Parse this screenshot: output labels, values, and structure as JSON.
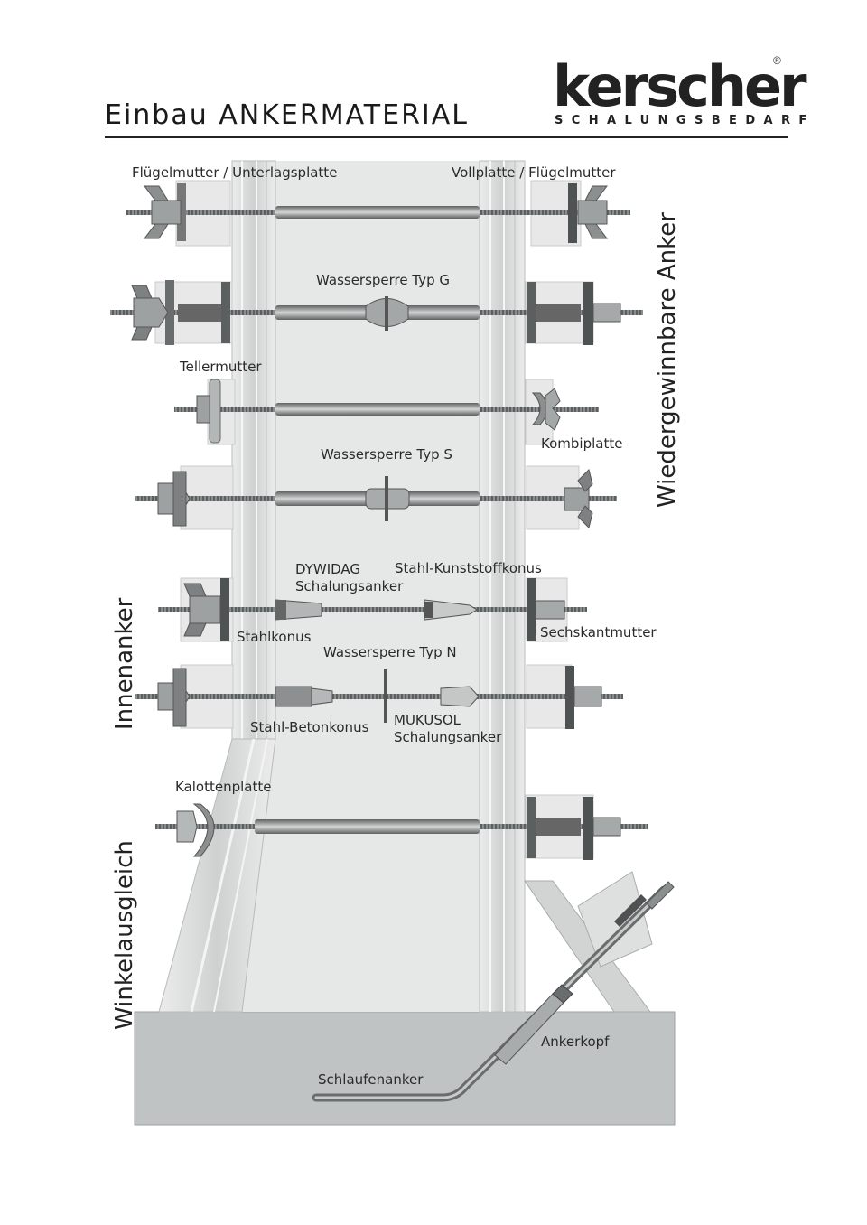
{
  "header": {
    "title": "Einbau ANKERMATERIAL",
    "logo_word": "kerscher",
    "logo_sub": "SCHALUNGSBEDARF",
    "logo_mark": "®"
  },
  "labels": {
    "fluegelmutter_unterlagsplatte": "Flügelmutter / Unterlagsplatte",
    "vollplatte_fluegelmutter": "Vollplatte / Flügelmutter",
    "wassersperre_g": "Wassersperre Typ G",
    "tellermutter": "Tellermutter",
    "kombiplatte": "Kombiplatte",
    "wassersperre_s": "Wassersperre Typ S",
    "dywidag_1": "DYWIDAG",
    "dywidag_2": "Schalungsanker",
    "stahl_kunststoffkonus": "Stahl-Kunststoffkonus",
    "stahlkonus": "Stahlkonus",
    "sechskantmutter": "Sechskantmutter",
    "wassersperre_n": "Wassersperre Typ N",
    "stahl_betonkonus": "Stahl-Betonkonus",
    "mukusol_1": "MUKUSOL",
    "mukusol_2": "Schalungsanker",
    "kalottenplatte": "Kalottenplatte",
    "ankerkopf": "Ankerkopf",
    "schlaufenanker": "Schlaufenanker"
  },
  "side_labels": {
    "wiedergewinnbare": "Wiedergewinnbare Anker",
    "innenanker": "Innenanker",
    "winkelausgleich": "Winkelausgleich"
  },
  "colors": {
    "concrete": "#e4e6e6",
    "foundation": "#bfc3c3",
    "formwork": "#d6d8d8",
    "steel": "#7d8080",
    "dark_steel": "#555858"
  }
}
